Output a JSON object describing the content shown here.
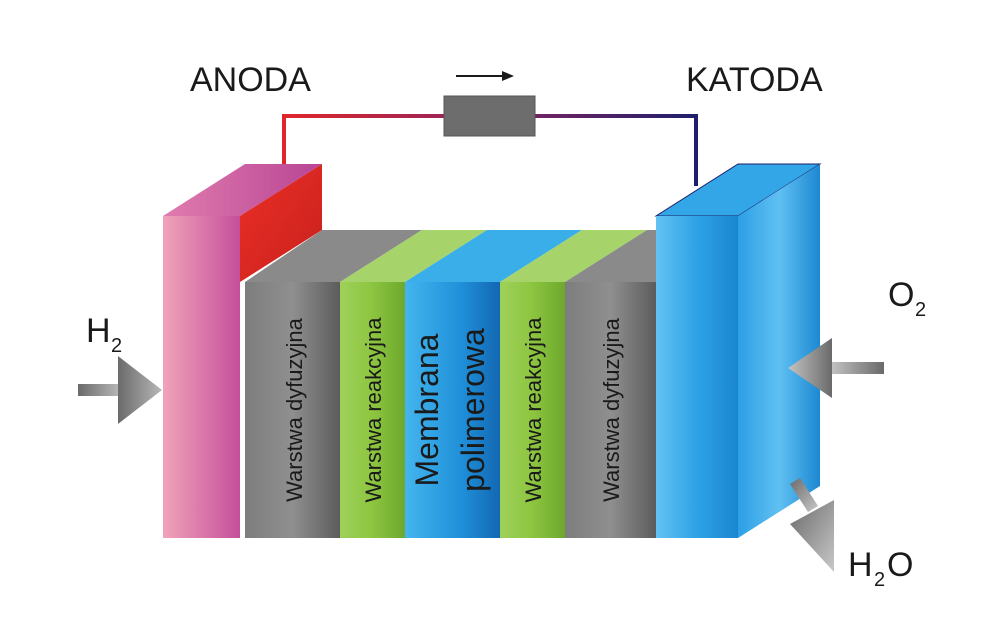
{
  "anode_label": "ANODA",
  "cathode_label": "KATODA",
  "layers": {
    "diffusion_left": "Warstwa dyfuzyjna",
    "reaction_left": "Warstwa reakcyjna",
    "membrane_line1": "Membrana",
    "membrane_line2": "polimerowa",
    "reaction_right": "Warstwa reakcyjna",
    "diffusion_right": "Warstwa dyfuzyjna"
  },
  "inputs": {
    "hydrogen": {
      "symbol": "H",
      "subscript": "2"
    },
    "oxygen": {
      "symbol": "O",
      "subscript": "2"
    }
  },
  "output": {
    "symbol_a": "H",
    "subscript": "2",
    "symbol_b": "O"
  },
  "colors": {
    "anode_pink": "#d7609e",
    "anode_red": "#e02a23",
    "diffusion_gray": "#6e6e6e",
    "reaction_green": "#8cc63f",
    "membrane_blue": "#1b8fd7",
    "cathode_blue": "#2aa1e6",
    "wire_red": "#e0262b",
    "wire_navy": "#1e1f6b",
    "resistor_gray": "#6d6d6d"
  },
  "icons": {
    "current_direction": "arrow-right-icon",
    "h2_inlet": "arrow-right-icon",
    "o2_inlet": "arrow-left-icon",
    "h2o_outlet": "arrow-down-right-icon"
  }
}
